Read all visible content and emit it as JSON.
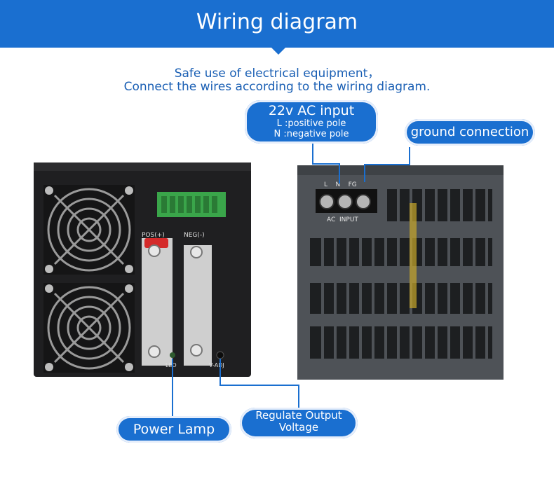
{
  "header": {
    "title": "Wiring diagram"
  },
  "intro": {
    "line1": "Safe use of electrical equipment，",
    "line2": "Connect the wires according to the wiring diagram."
  },
  "callouts": {
    "ac_input": {
      "title": "22v AC input",
      "line1": "L :positive pole",
      "line2": "N :negative pole"
    },
    "ground": {
      "label": "ground connection"
    },
    "power_lamp": {
      "label": "Power Lamp"
    },
    "regulate": {
      "line1": "Regulate Output",
      "line2": "Voltage"
    }
  },
  "front_panel": {
    "pos_label": "POS(+)",
    "neg_label": "NEG(-)",
    "led_label": "LED",
    "vadj_label": "V-ADJ"
  },
  "rear_panel": {
    "terminal_labels": "L    N    FG",
    "ac_label": "AC  INPUT"
  },
  "colors": {
    "accent": "#1a6fd0",
    "text_blue": "#1a5fb4"
  }
}
